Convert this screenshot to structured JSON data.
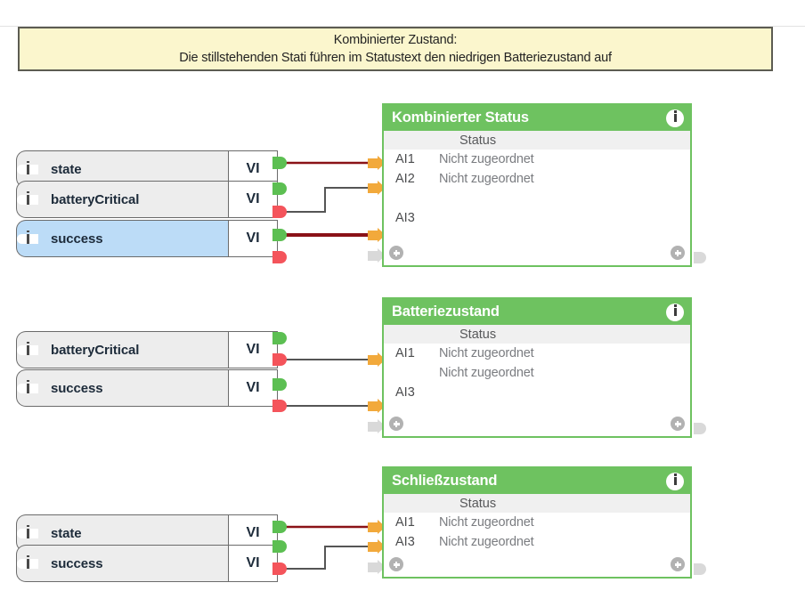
{
  "note": {
    "line1": "Kombinierter Zustand:",
    "line2": "Die stillstehenden Stati führen im Statustext den niedrigen Batteriezustand auf",
    "background": "#fbf6cd",
    "border": "#5c5c52"
  },
  "palette": {
    "widget_green": "#6ec260",
    "port_green": "#5cbf52",
    "port_red": "#f4545b",
    "arrow_orange": "#f2a93b",
    "arrow_grey": "#d9d9d9",
    "wire_dark_red": "#8a1217",
    "wire_grey": "#555555",
    "selected_row": "#bcdcf7",
    "row_grey": "#ededed"
  },
  "groups": [
    {
      "name": "kombinierter-status",
      "sources": [
        {
          "label": "state",
          "type": "VI",
          "icon": "info-icon",
          "selected": false
        },
        {
          "label": "batteryCritical",
          "type": "VI",
          "icon": "info-icon",
          "selected": false
        },
        {
          "label": "success",
          "type": "VI",
          "icon": "info-icon",
          "selected": true
        }
      ],
      "widget": {
        "title": "Kombinierter Status",
        "info_icon": "info-icon",
        "column_header": "Status",
        "rows": [
          {
            "key": "AI1",
            "value": "Nicht zugeordnet"
          },
          {
            "key": "AI2",
            "value": "Nicht zugeordnet"
          },
          {
            "key": "",
            "value": ""
          },
          {
            "key": "AI3",
            "value": ""
          }
        ],
        "add_left_icon": "plus-icon",
        "add_right_icon": "plus-icon"
      }
    },
    {
      "name": "batteriezustand",
      "sources": [
        {
          "label": "batteryCritical",
          "type": "VI",
          "icon": "info-icon",
          "selected": false
        },
        {
          "label": "success",
          "type": "VI",
          "icon": "info-icon",
          "selected": false
        }
      ],
      "widget": {
        "title": "Batteriezustand",
        "info_icon": "info-icon",
        "column_header": "Status",
        "rows": [
          {
            "key": "AI1",
            "value": "Nicht zugeordnet"
          },
          {
            "key": "",
            "value": "Nicht zugeordnet"
          },
          {
            "key": "AI3",
            "value": ""
          }
        ],
        "add_left_icon": "plus-icon",
        "add_right_icon": "plus-icon"
      }
    },
    {
      "name": "schliesszustand",
      "sources": [
        {
          "label": "state",
          "type": "VI",
          "icon": "info-icon",
          "selected": false
        },
        {
          "label": "success",
          "type": "VI",
          "icon": "info-icon",
          "selected": false
        }
      ],
      "widget": {
        "title": "Schließzustand",
        "info_icon": "info-icon",
        "column_header": "Status",
        "rows": [
          {
            "key": "AI1",
            "value": "Nicht zugeordnet"
          },
          {
            "key": "AI3",
            "value": "Nicht zugeordnet"
          }
        ],
        "add_left_icon": "plus-icon",
        "add_right_icon": "plus-icon"
      }
    }
  ]
}
